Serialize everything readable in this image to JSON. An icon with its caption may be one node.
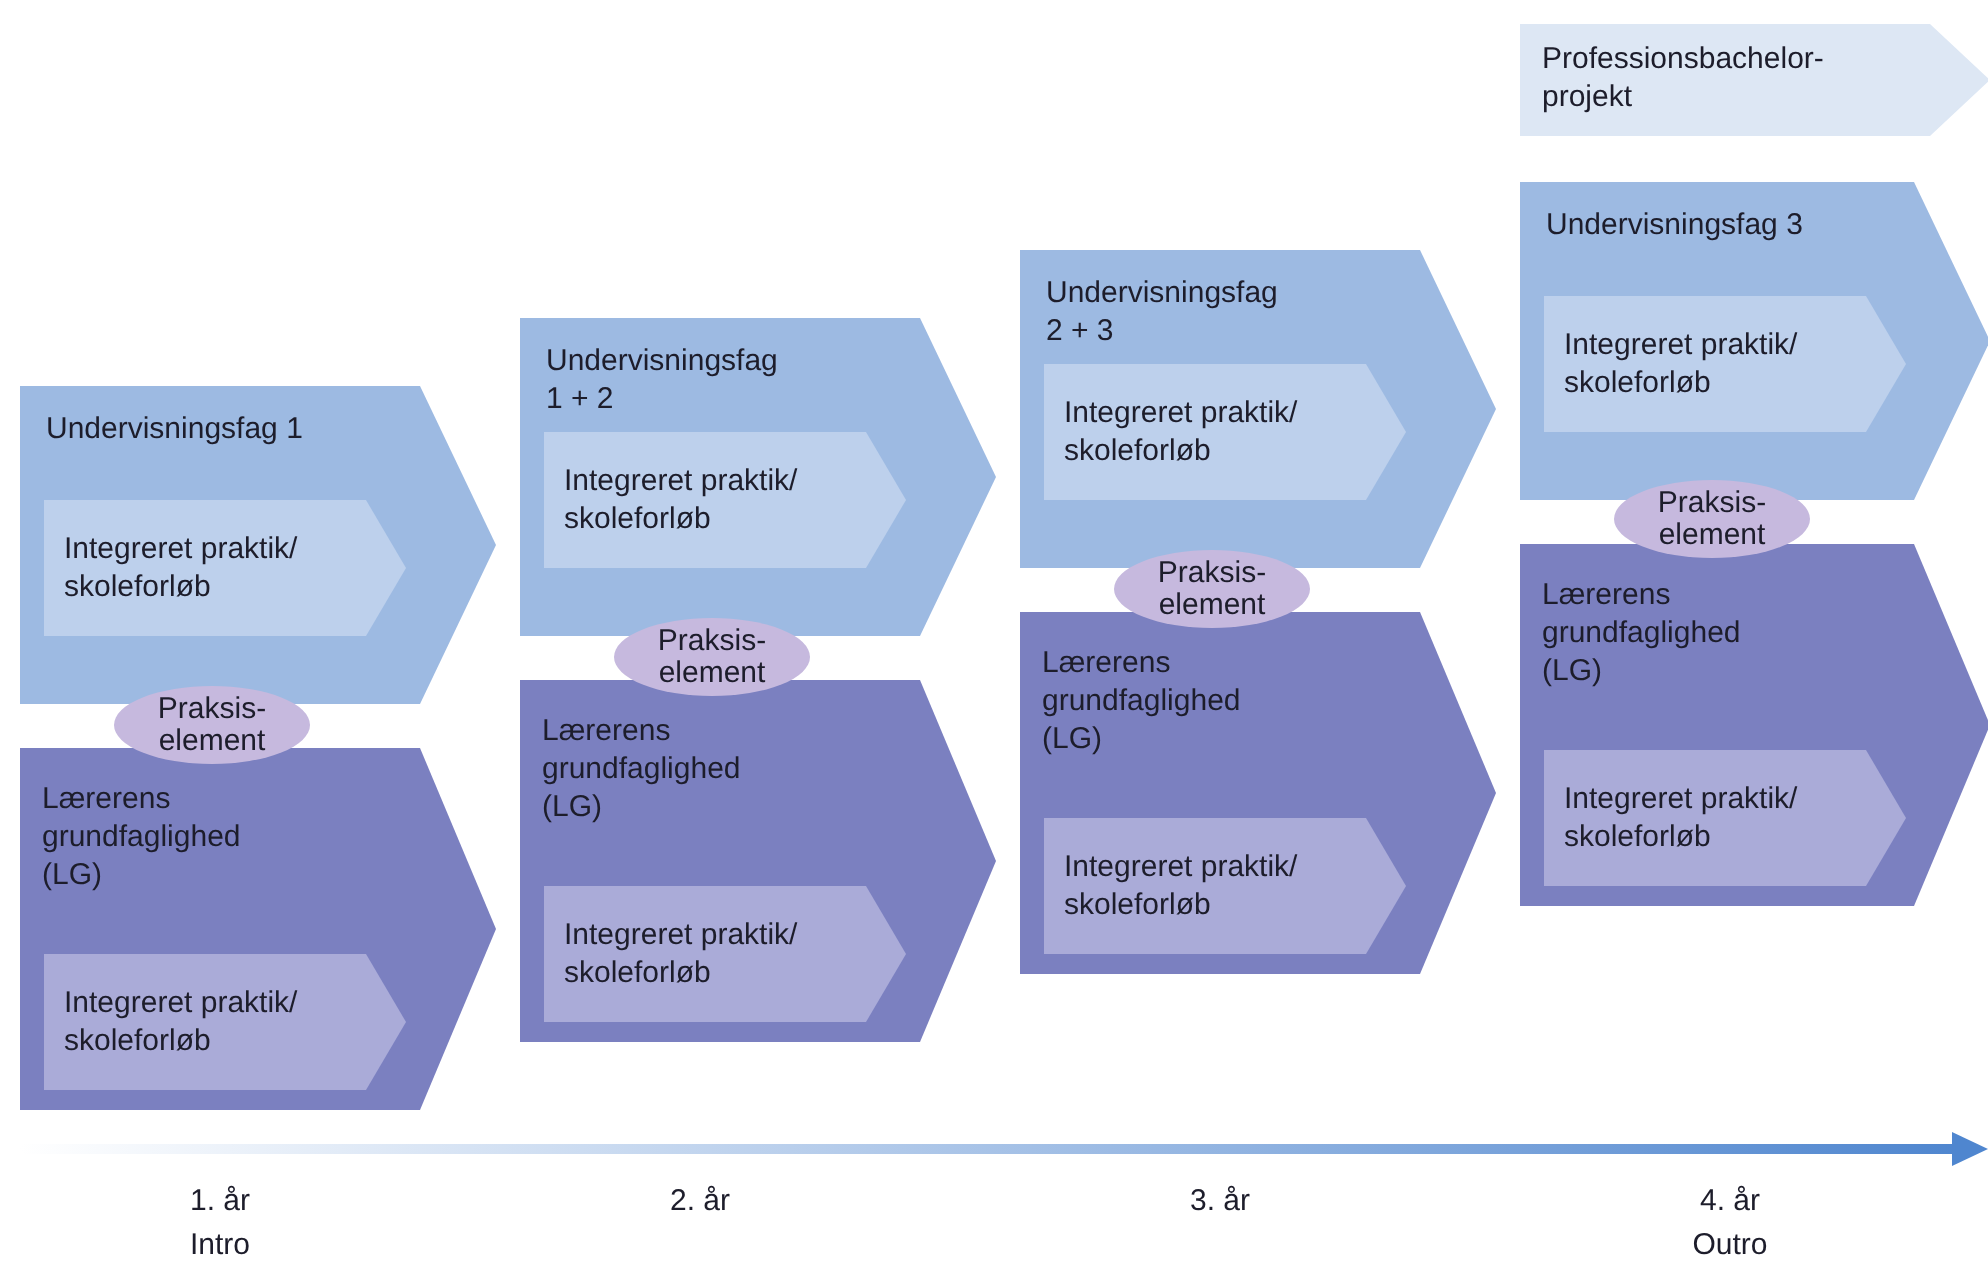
{
  "diagram": {
    "nodes": [
      {
        "text": [
          "Undervisningsfag 1"
        ]
      },
      {
        "text": [
          "Integreret praktik/ skoleforløb"
        ],
        "in": 0
      },
      {
        "text": [
          "Praksis- element"
        ]
      },
      {
        "text": [
          "Lærerens grundfaglighed (LG)"
        ]
      },
      {
        "text": [
          "Integreret praktik/ skoleforløb"
        ],
        "in": 3
      },
      {
        "text": [
          "Undervisningsfag 1 + 2"
        ]
      },
      {
        "text": [
          "Integreret praktik/ skoleforløb"
        ],
        "in": 5
      },
      {
        "text": [
          "Praksis- element"
        ]
      },
      {
        "text": [
          "Lærerens grundfaglighed (LG)"
        ]
      },
      {
        "text": [
          "Integreret praktik/ skoleforløb"
        ],
        "in": 8
      },
      {
        "text": [
          "Undervisningsfag 2 + 3"
        ]
      },
      {
        "text": [
          "Integreret praktik/ skoleforløb"
        ],
        "in": 10
      },
      {
        "text": [
          "Praksis- element"
        ]
      },
      {
        "text": [
          "Lærerens grundfaglighed (LG)"
        ]
      },
      {
        "text": [
          "Integreret praktik/ skoleforløb"
        ],
        "in": 13
      },
      {
        "text": [
          "Professionsbachelor- projekt"
        ]
      },
      {
        "text": [
          "Undervisningsfag 3"
        ]
      },
      {
        "text": [
          "Integreret praktik/ skoleforløb"
        ],
        "in": 16
      },
      {
        "text": [
          "Praksis- element"
        ]
      },
      {
        "text": [
          "Lærerens grundfaglighed (LG)"
        ]
      },
      {
        "text": [
          "Integreret praktik/ skoleforløb"
        ],
        "in": 19
      }
    ],
    "labels": [
      "1. år",
      "Intro",
      "2. år",
      "3. år",
      "4. år",
      "Outro"
    ]
  }
}
